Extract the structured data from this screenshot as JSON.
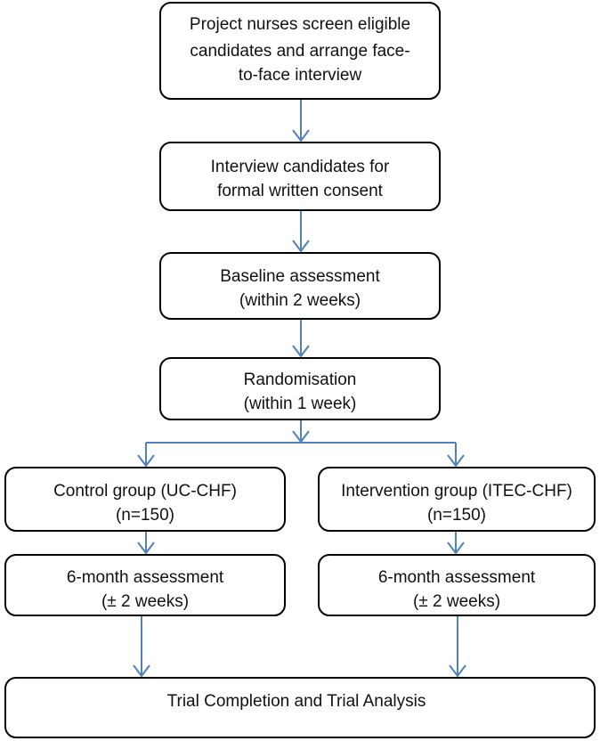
{
  "colors": {
    "box_border": "#000000",
    "box_fill": "#ffffff",
    "arrow": "#4f81bd",
    "text": "#111111"
  },
  "steps": {
    "screen": {
      "line1": "Project nurses screen eligible",
      "line2": "candidates and arrange face-",
      "line3": "to-face interview"
    },
    "interview": {
      "line1": "Interview candidates for",
      "line2": "formal written consent"
    },
    "baseline": {
      "line1": "Baseline assessment",
      "line2": "(within 2 weeks)"
    },
    "randomisation": {
      "line1": "Randomisation",
      "line2": "(within 1 week)"
    },
    "control": {
      "line1": "Control group (UC-CHF)",
      "line2": "(n=150)"
    },
    "intervention": {
      "line1": "Intervention group (ITEC-CHF)",
      "line2": "(n=150)"
    },
    "control_followup": {
      "line1": "6-month assessment",
      "line2": "(± 2 weeks)"
    },
    "intervention_followup": {
      "line1": "6-month assessment",
      "line2": "(± 2 weeks)"
    },
    "completion": {
      "line1": "Trial Completion and Trial Analysis"
    }
  }
}
